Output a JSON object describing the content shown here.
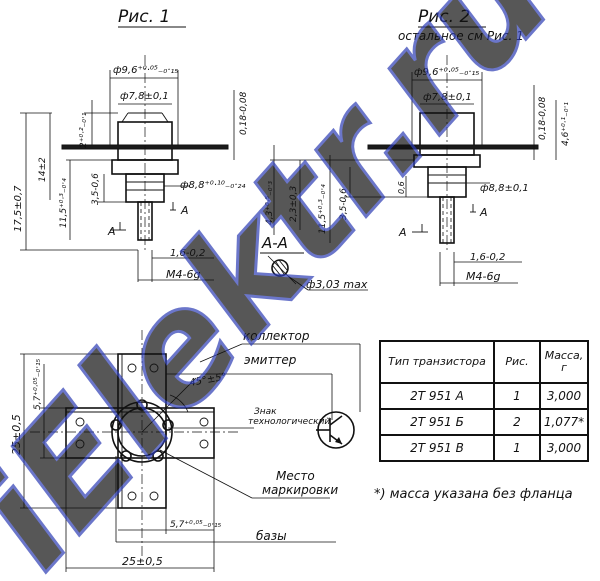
{
  "fig1": {
    "title": "Рис. 1",
    "dims": {
      "flange_diameter": "ф9,6⁺⁰·⁰⁵₋₀·₁₅",
      "can_diameter": "ф7,8±0,1",
      "base_diameter": "ф8,8⁺⁰·¹⁰₋₀·₂₄",
      "height_top": "2⁺⁰·²₋₀·₁",
      "flange_thickness": "0,18-0,08",
      "overall_height": "17,5±0,7",
      "dim_14": "14±2",
      "dim_11_5": "11,5⁺⁰·³₋₀·₄",
      "dim_3_5": "3,5-0,6",
      "dim_1_6": "1,6-0,2",
      "thread": "M4-6g",
      "section_mark": "A"
    }
  },
  "fig2": {
    "title": "Рис. 2",
    "subtitle": "остальное см Рис. 1",
    "dims": {
      "flange_diameter": "ф9,6⁺⁰·⁰⁵₋₀·₁₅",
      "can_diameter": "ф7,8±0,1",
      "base_diameter": "ф8,8±0,1",
      "flange_thickness": "0,18-0,08",
      "height_4_6": "4,6⁺⁰·¹₋₀·₁",
      "dim_4_3": "4,3⁺⁰·⁵₋₀·₃",
      "dim_2_3": "2,3±0,3",
      "dim_11_5": "11,5⁺⁰·³₋₀·₄",
      "dim_3_5": "3,5-0,6",
      "dim_0_6": "0,6",
      "dim_1_6": "1,6-0,2",
      "thread": "M4-6g",
      "section_mark": "A"
    }
  },
  "section": {
    "title": "А-А",
    "hole": "ф3,03 max"
  },
  "bottom_view": {
    "width_dim": "25±0,5",
    "height_dim": "25±0,5",
    "lead_spacing_v": "5,7⁺⁰·⁰⁵₋₀·₁₅",
    "lead_spacing_h": "5,7⁺⁰·⁰⁵₋₀·₁₅",
    "angle": "45°±5°",
    "labels": {
      "collector": "коллектор",
      "emitter": "эмиттер",
      "tech_mark": "Знак технологический",
      "marking_place": "Место маркировки",
      "base": "базы"
    }
  },
  "table": {
    "headers": [
      "Тип транзистора",
      "Рис.",
      "Масса, г"
    ],
    "rows": [
      [
        "2Т 951 А",
        "1",
        "3,000"
      ],
      [
        "2Т 951 Б",
        "2",
        "1,077*"
      ],
      [
        "2Т 951 В",
        "1",
        "3,000"
      ]
    ]
  },
  "footnote": "*) масса указана без фланца",
  "watermark": "iElektr.ru"
}
